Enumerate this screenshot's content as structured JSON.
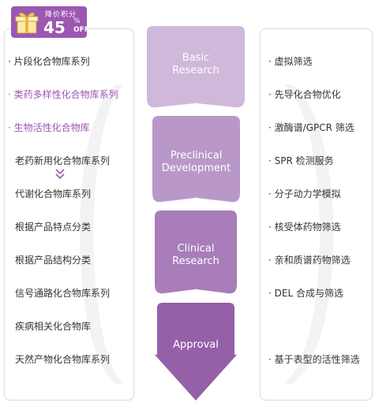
{
  "badge": {
    "text": "降价积分",
    "number": "45",
    "percent": "%",
    "off": "OFF"
  },
  "left_items": [
    {
      "label": "· 片段化合物库系列"
    },
    {
      "label": "· 类药多样性化合物库系列"
    },
    {
      "label": "· 生物活性化合物库"
    },
    {
      "label": "老药新用化合物库系列"
    },
    {
      "label": "代谢化合物库系列"
    },
    {
      "label": "根据产品特点分类"
    },
    {
      "label": "根据产品结构分类"
    },
    {
      "label": "信号通路化合物库系列"
    },
    {
      "label": "疾病相关化合物库"
    },
    {
      "label": "天然产物化合物库系列"
    }
  ],
  "stages": [
    {
      "line1": "Basic",
      "line2": "Research"
    },
    {
      "line1": "Preclinical",
      "line2": "Development"
    },
    {
      "line1": "Clinical",
      "line2": "Research"
    },
    {
      "line1": "Approval",
      "line2": ""
    }
  ],
  "right_items": [
    {
      "label": "· 虚拟筛选"
    },
    {
      "label": "· 先导化合物优化"
    },
    {
      "label": "· 激酶谱/GPCR 筛选"
    },
    {
      "label": "· SPR 检测服务"
    },
    {
      "label": "· 分子动力学模拟"
    },
    {
      "label": "· 核受体药物筛选"
    },
    {
      "label": "· 亲和质谱药物筛选"
    },
    {
      "label": "· DEL 合成与筛选"
    },
    {
      "label": "· 基于表型的活性筛选"
    }
  ],
  "colors": {
    "accent": "#9b57b2",
    "stage1": "#cfb8da",
    "stage2": "#b998c9",
    "stage3": "#a87db9",
    "stage4": "#9560a8"
  }
}
